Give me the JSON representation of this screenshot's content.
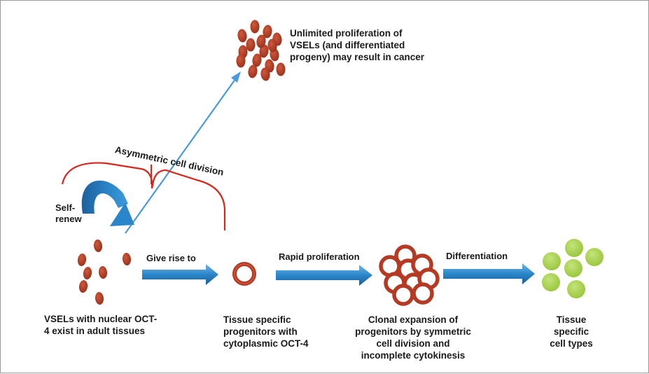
{
  "labels": {
    "cancer": [
      "Unlimited proliferation of",
      "VSELs (and differentiated",
      "progeny) may result in cancer"
    ],
    "asymmetric": "Asymmetric cell division",
    "self_renew": [
      "Self-",
      "renew"
    ],
    "give_rise": "Give rise to",
    "rapid": "Rapid proliferation",
    "differentiation": "Differentiation",
    "vsels": [
      "VSELs with nuclear OCT-",
      "4 exist in adult tissues"
    ],
    "progenitors": [
      "Tissue specific",
      "progenitors with",
      "cytoplasmic OCT-4"
    ],
    "clonal": [
      "Clonal expansion of",
      "progenitors by symmetric",
      "cell division and",
      "incomplete cytokinesis"
    ],
    "tissue": [
      "Tissue",
      "specific",
      "cell types"
    ]
  },
  "colors": {
    "cell_red": "#b53a24",
    "cell_dark": "#8e2a18",
    "arrow_blue": "#2b86c9",
    "thin_arrow": "#4a9ad8",
    "bracket_red": "#d9261c",
    "tissue_green": "#a8d04a"
  }
}
